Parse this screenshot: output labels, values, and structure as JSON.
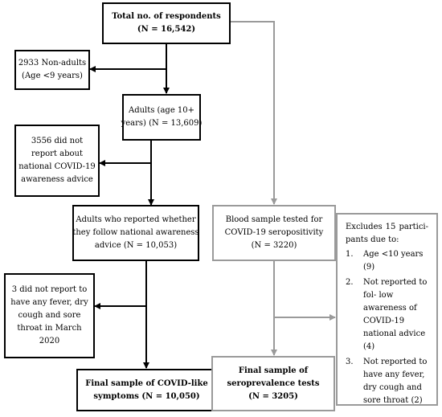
{
  "nodes": {
    "total": {
      "lines": [
        "Total no. of respondents",
        "(N = 16,542)"
      ]
    },
    "non_adults": {
      "lines": [
        "2933 Non-adults",
        "(Age <9 years)"
      ]
    },
    "adults": {
      "lines": [
        "Adults (age 10+",
        "years) (N = 13,609)"
      ]
    },
    "no_awareness_report": {
      "lines": [
        "3556 did not",
        "report about",
        "national COVID-19",
        "awareness advice"
      ]
    },
    "reported_awareness": {
      "lines": [
        "Adults who reported whether",
        "they follow national awareness",
        "advice (N = 10,053)"
      ]
    },
    "blood_sample": {
      "lines": [
        "Blood sample tested for",
        "COVID-19 seropositivity",
        "(N = 3220)"
      ]
    },
    "no_symptom_report": {
      "lines": [
        "3 did not report to",
        "have any fever, dry",
        "cough and sore",
        "throat in March",
        "2020"
      ]
    },
    "final_covid_like": {
      "lines": [
        "Final sample of COVID-like",
        "symptoms (N = 10,050)"
      ]
    },
    "final_seroprevalence": {
      "lines": [
        "Final sample of",
        "seroprevalence tests",
        "(N = 3205)"
      ]
    }
  },
  "exclusions": {
    "heading": "Excludes 15 partici- pants due to:",
    "items": [
      {
        "num": "1.",
        "text": "Age <10 years (9)"
      },
      {
        "num": "2.",
        "text": "Not reported to fol- low awareness of COVID-19 national advice (4)"
      },
      {
        "num": "3.",
        "text": "Not reported to have any fever, dry cough and sore throat (2)"
      }
    ]
  },
  "colors": {
    "dark": "#000000",
    "grey": "#9a9a9a"
  }
}
